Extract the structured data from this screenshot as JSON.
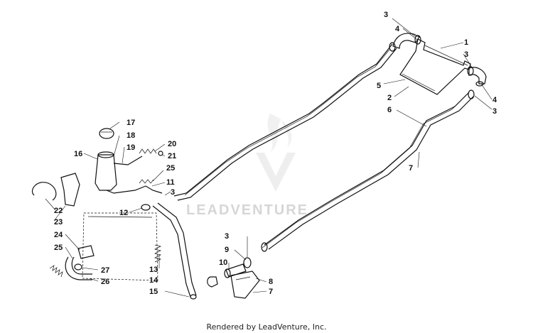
{
  "watermark": {
    "text": "LEADVENTURE"
  },
  "footer": {
    "text": "Rendered by LeadVenture, Inc."
  },
  "callouts": [
    {
      "id": "c1",
      "text": "1"
    },
    {
      "id": "c2",
      "text": "2"
    },
    {
      "id": "c3a",
      "text": "3"
    },
    {
      "id": "c3b",
      "text": "3"
    },
    {
      "id": "c3c",
      "text": "3"
    },
    {
      "id": "c3d",
      "text": "3"
    },
    {
      "id": "c3e",
      "text": "3"
    },
    {
      "id": "c4a",
      "text": "4"
    },
    {
      "id": "c4b",
      "text": "4"
    },
    {
      "id": "c5",
      "text": "5"
    },
    {
      "id": "c6",
      "text": "6"
    },
    {
      "id": "c7a",
      "text": "7"
    },
    {
      "id": "c7b",
      "text": "7"
    },
    {
      "id": "c8",
      "text": "8"
    },
    {
      "id": "c9",
      "text": "9"
    },
    {
      "id": "c10",
      "text": "10"
    },
    {
      "id": "c11",
      "text": "11"
    },
    {
      "id": "c12",
      "text": "12"
    },
    {
      "id": "c13",
      "text": "13"
    },
    {
      "id": "c14",
      "text": "14"
    },
    {
      "id": "c15",
      "text": "15"
    },
    {
      "id": "c16",
      "text": "16"
    },
    {
      "id": "c17",
      "text": "17"
    },
    {
      "id": "c18",
      "text": "18"
    },
    {
      "id": "c19",
      "text": "19"
    },
    {
      "id": "c20",
      "text": "20"
    },
    {
      "id": "c21",
      "text": "21"
    },
    {
      "id": "c22",
      "text": "22"
    },
    {
      "id": "c23",
      "text": "23"
    },
    {
      "id": "c24",
      "text": "24"
    },
    {
      "id": "c25a",
      "text": "25"
    },
    {
      "id": "c25b",
      "text": "25"
    },
    {
      "id": "c26",
      "text": "26"
    },
    {
      "id": "c27",
      "text": "27"
    }
  ]
}
